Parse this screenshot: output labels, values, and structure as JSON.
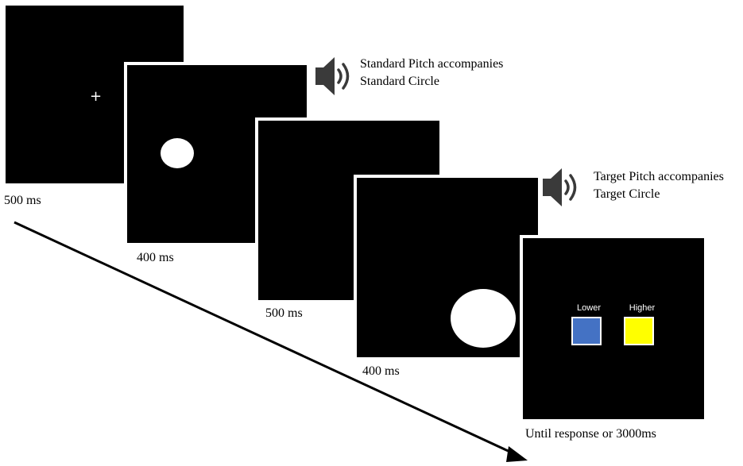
{
  "screens": [
    {
      "duration": "500 ms",
      "content": "fixation-cross",
      "symbol": "+"
    },
    {
      "duration": "400 ms",
      "content": "standard-circle"
    },
    {
      "duration": "500 ms",
      "content": "blank"
    },
    {
      "duration": "400 ms",
      "content": "target-circle"
    },
    {
      "duration": "Until response or 3000ms",
      "content": "response-options"
    }
  ],
  "audio_cues": [
    {
      "icon": "speaker-icon",
      "line1": "Standard Pitch accompanies",
      "line2": "Standard Circle"
    },
    {
      "icon": "speaker-icon",
      "line1": "Target Pitch accompanies",
      "line2": "Target Circle"
    }
  ],
  "response_options": [
    {
      "label": "Lower",
      "color": "#4472C4"
    },
    {
      "label": "Higher",
      "color": "#FFFF00"
    }
  ],
  "colors": {
    "screen": "#000000",
    "stimulus": "#ffffff",
    "arrow": "#000000"
  }
}
